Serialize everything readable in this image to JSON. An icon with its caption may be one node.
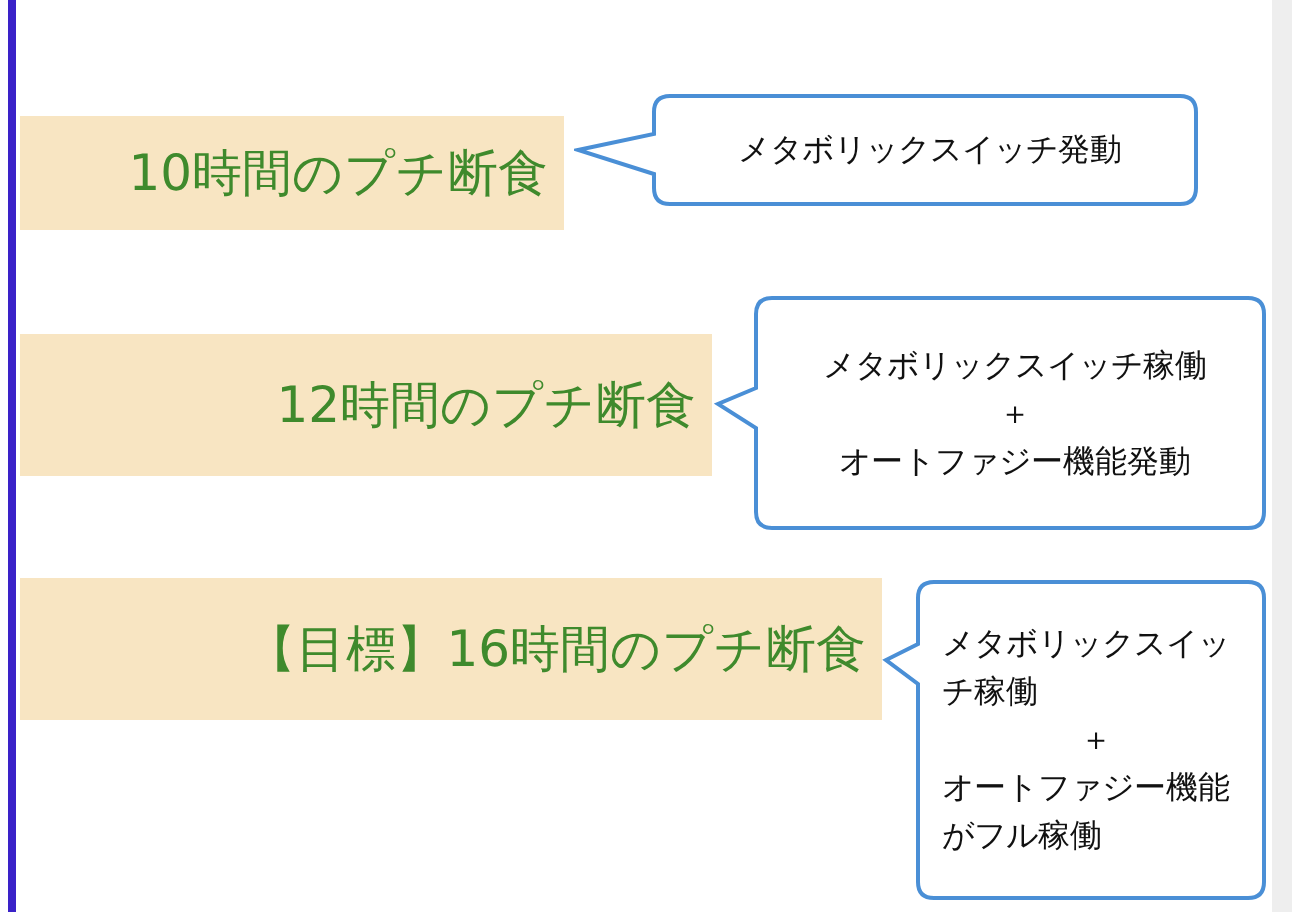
{
  "diagram": {
    "nodes": [
      {
        "text": [
          "10時間のプチ断食"
        ]
      },
      {
        "text": [
          "メタボリックスイッチ発動"
        ]
      },
      {
        "text": [
          "12時間のプチ断食"
        ]
      },
      {
        "text": [
          "メタボリックスイッチ稼働",
          "＋",
          "オートファジー機能発動"
        ]
      },
      {
        "text": [
          "【目標】16時間のプチ断食"
        ]
      },
      {
        "text": [
          "メタボリックスイッチ稼働",
          "＋",
          "オートファジー機能がフル稼働"
        ]
      }
    ]
  }
}
